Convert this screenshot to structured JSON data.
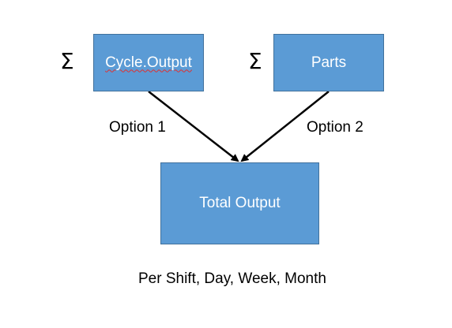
{
  "nodes": {
    "cycle_output": {
      "label": "Cycle.Output",
      "sigma": "Σ"
    },
    "parts": {
      "label": "Parts",
      "sigma": "Σ"
    },
    "total_output": {
      "label": "Total Output"
    }
  },
  "edges": [
    {
      "from": "cycle_output",
      "to": "total_output",
      "label": "Option 1"
    },
    {
      "from": "parts",
      "to": "total_output",
      "label": "Option 2"
    }
  ],
  "caption": "Per Shift, Day, Week, Month",
  "colors": {
    "box_fill": "#5b9bd5",
    "box_border": "#41719c",
    "box_text": "#ffffff",
    "arrow": "#000000"
  }
}
